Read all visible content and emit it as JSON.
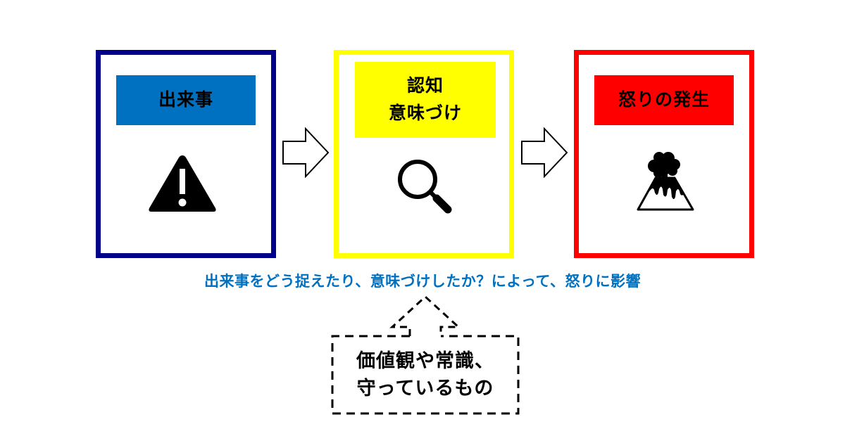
{
  "colors": {
    "event": "#0070c0",
    "event_border": "#00008b",
    "cognition": "#ffff00",
    "anger": "#ff0000",
    "summary_text": "#0070c0"
  },
  "steps": [
    {
      "title_lines": [
        "出来事"
      ],
      "icon": "warning-icon"
    },
    {
      "title_lines": [
        "認知",
        "意味づけ"
      ],
      "icon": "search-icon"
    },
    {
      "title_lines": [
        "怒りの発生"
      ],
      "icon": "volcano-icon"
    }
  ],
  "summary": "出来事をどう捉えたり、意味づけしたか？によって、怒りに影響",
  "note": {
    "lines": [
      "価値観や常識、",
      "守っているもの"
    ]
  }
}
